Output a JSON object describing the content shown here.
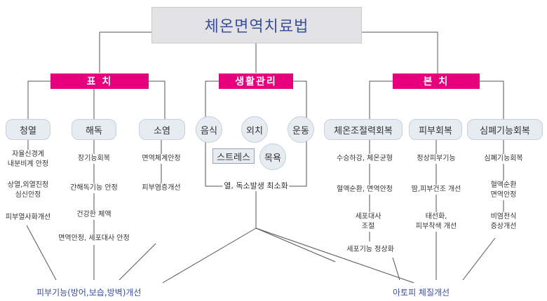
{
  "title": "체온면역치료법",
  "groups": {
    "pyochi": {
      "label": "표 치",
      "categories": [
        {
          "label": "청열",
          "items": [
            "자율신경계\n내분비계 안정",
            "상열,외열진정\n심신안정",
            "피부열사화개선"
          ]
        },
        {
          "label": "해독",
          "items": [
            "장기능회복",
            "간해독기능 안정",
            "건강한 체액",
            "면역안정, 세포대사 안정"
          ]
        },
        {
          "label": "소염",
          "items": [
            "면역체계안정",
            "피부염증개선"
          ]
        }
      ]
    },
    "lifestyle": {
      "label": "생활관리",
      "circles": [
        "음식",
        "외치",
        "운동",
        "목욕"
      ],
      "stress": "스트레스",
      "result": "열, 독소발생 최소화"
    },
    "bonchi": {
      "label": "본 치",
      "categories": [
        {
          "label": "체온조절력회복",
          "items": [
            "수승하강, 체온균형",
            "혈액순환, 면역안정",
            "세포대사\n조절",
            "세포기능 정상화"
          ]
        },
        {
          "label": "피부회복",
          "items": [
            "정상피부기능",
            "땀,피부건조 개선",
            "태선화,\n피부착색 개선"
          ]
        },
        {
          "label": "심폐기능회복",
          "items": [
            "심폐기능회복",
            "혈액순환\n면역안정",
            "비염천식\n증상개선"
          ]
        }
      ]
    }
  },
  "outcomes": [
    "피부기능(방어,보습,방벽)개선",
    "아토피 체질개선"
  ],
  "colors": {
    "accent": "#e6007e",
    "title_text": "#3a4f9a",
    "box_fill": "#e7ebf2",
    "line": "#555555"
  }
}
